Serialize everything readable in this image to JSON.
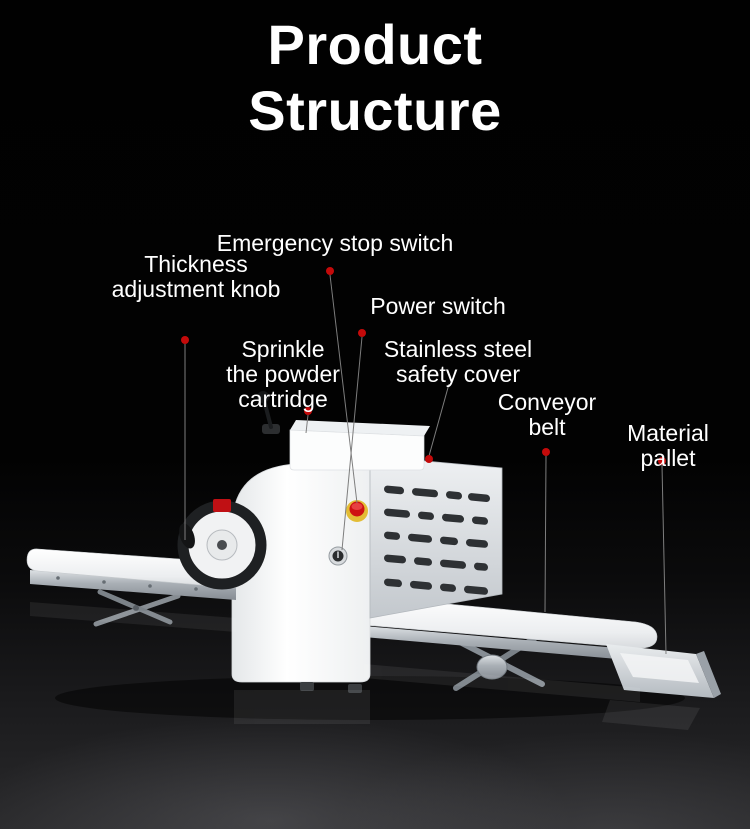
{
  "title": {
    "line1": "Product",
    "line2": "Structure"
  },
  "callouts": {
    "emergency_stop": {
      "text": "Emergency stop switch"
    },
    "thickness_knob": {
      "text": "Thickness\nadjustment knob"
    },
    "power_switch": {
      "text": "Power switch"
    },
    "powder_cartridge": {
      "text": "Sprinkle\nthe powder\ncartridge"
    },
    "safety_cover": {
      "text": "Stainless steel\nsafety cover"
    },
    "conveyor_belt": {
      "text": "Conveyor\nbelt"
    },
    "material_pallet": {
      "text": "Material pallet"
    }
  },
  "colors": {
    "background": "#000000",
    "text": "#ffffff",
    "marker": "#c40a0a",
    "leader": "#7d7d7d"
  }
}
